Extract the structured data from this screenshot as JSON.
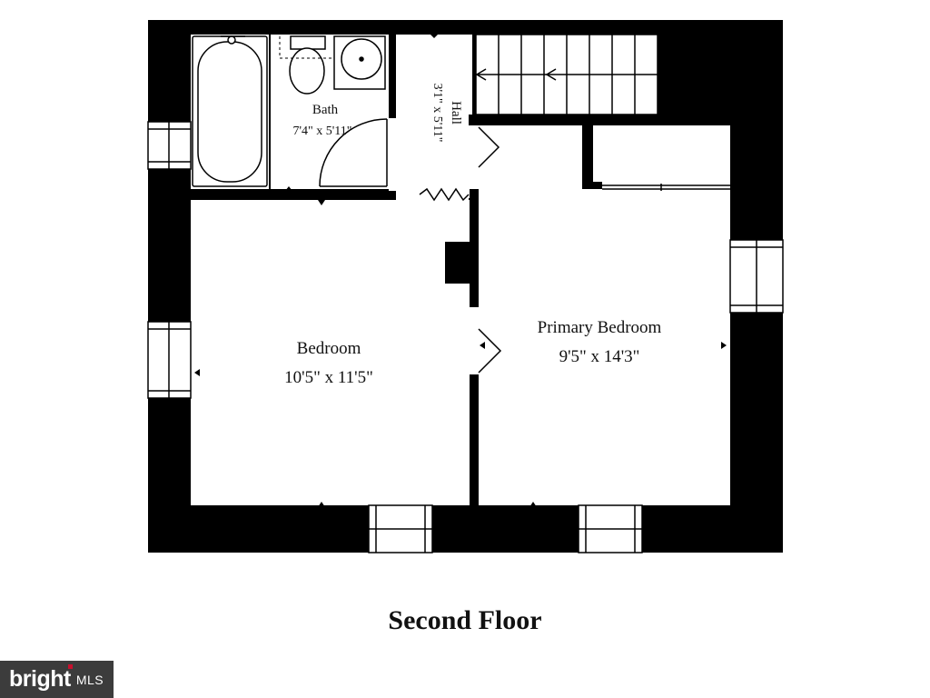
{
  "floor_title": "Second Floor",
  "logo": {
    "word": "bright",
    "suffix": "MLS"
  },
  "rooms": {
    "bath": {
      "name": "Bath",
      "size": "7'4\" x 5'11\""
    },
    "hall": {
      "name": "Hall",
      "size": "3'1\" x 5'11\""
    },
    "bedroom": {
      "name": "Bedroom",
      "size": "10'5\" x 11'5\""
    },
    "primary_bedroom": {
      "name": "Primary Bedroom",
      "size": "9'5\" x 14'3\""
    }
  },
  "colors": {
    "wall": "#000000",
    "floor": "#ffffff",
    "logo_bg": "#3c3c3c",
    "logo_accent": "#c8102e"
  }
}
